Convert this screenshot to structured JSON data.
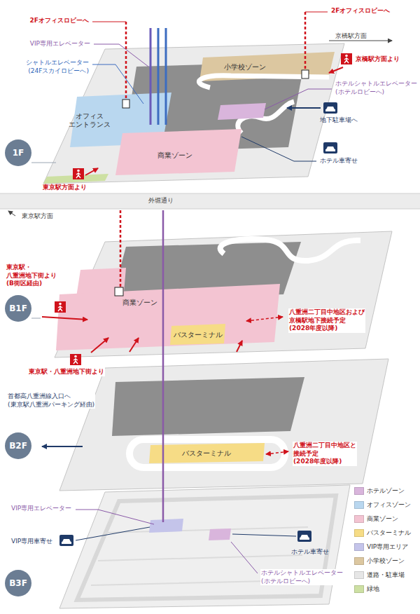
{
  "diagram": {
    "nodes": [
      {
        "text": [
          "小学校ゾーン"
        ]
      },
      {
        "text": [
          "オフィス エントランス"
        ]
      },
      {
        "text": [
          "商業ゾーン"
        ]
      },
      {
        "text": [
          "1F"
        ]
      },
      {
        "text": [
          "商業ゾーン"
        ]
      },
      {
        "text": [
          "バスターミナル"
        ]
      },
      {
        "text": [
          "B1F"
        ]
      },
      {
        "text": [
          "バスターミナル"
        ]
      },
      {
        "text": [
          "B2F"
        ]
      },
      {
        "text": [
          "B3F"
        ]
      }
    ],
    "labels": [
      "2Fオフィスロビーへ",
      "VIP専用エレベーター",
      "シャトルエレベーター (24Fスカイロビーへ)",
      "2Fオフィスロビーへ",
      "京橋駅方面",
      "京橋駅方面より",
      "ホテルシャトルエレベーター (ホテルロビーへ)",
      "地下駐車場へ",
      "ホテル車寄せ",
      "東京駅方面より",
      "外堀通り",
      "東京駅方面",
      "東京駅・八重洲地下街より (B街区経由)",
      "八重洲二丁目中地区および 京橋駅地下接続予定(2028年度以降)",
      "東京駅・八重洲地下街より",
      "首都高八重洲線入口へ (東京駅八重洲パーキング経由)",
      "八重洲二丁目中地区と 接続予定(2028年度以降)",
      "VIP専用エレベーター",
      "VIP専用車寄せ",
      "ホテル車寄せ",
      "ホテルシャトルエレベーター (ホテルロビーへ)"
    ],
    "legend": [
      {
        "text": "ホテルゾーン",
        "color": "#d9b5dc"
      },
      {
        "text": "オフィスゾーン",
        "color": "#b9d7ef"
      },
      {
        "text": "商業ゾーン",
        "color": "#f3c4d2"
      },
      {
        "text": "バスターミナル",
        "color": "#f6dc86"
      },
      {
        "text": "VIP専用エリア",
        "color": "#c4c4ea"
      },
      {
        "text": "小学校ゾーン",
        "color": "#dcc7a0"
      },
      {
        "text": "道路・駐車場",
        "color": "#e6e6e6"
      },
      {
        "text": "緑地",
        "color": "#cde0a3"
      }
    ]
  }
}
